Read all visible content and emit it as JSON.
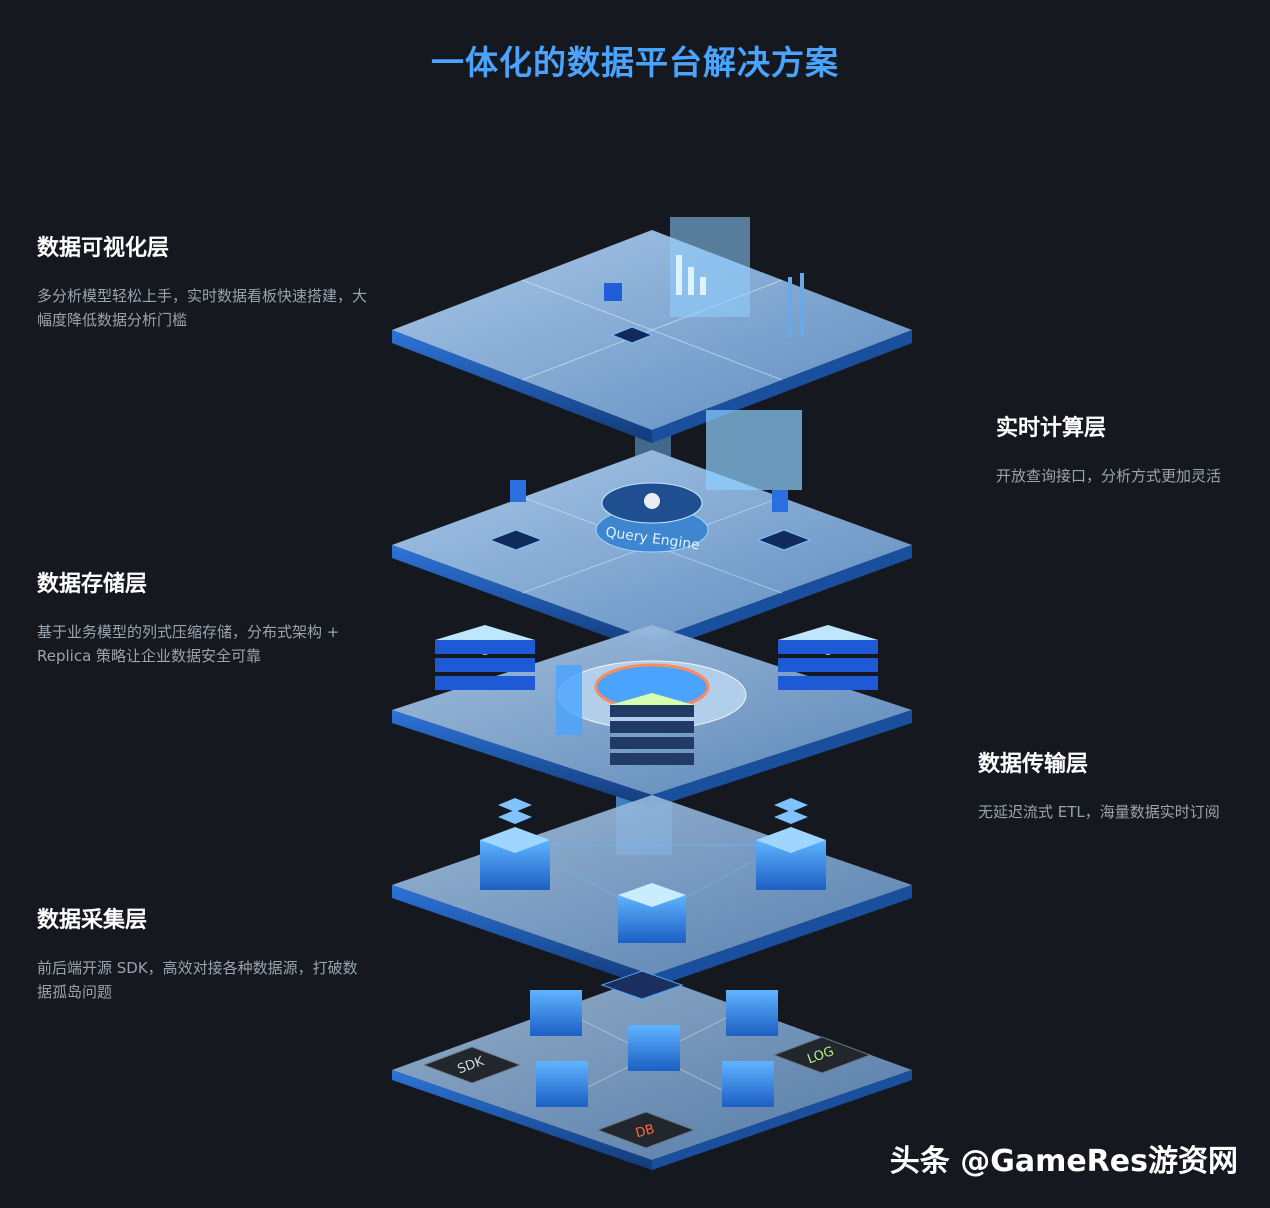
{
  "title": "一体化的数据平台解决方案",
  "layers": {
    "visualization": {
      "name": "数据可视化层",
      "desc": "多分析模型轻松上手，实时数据看板快速搭建，大幅度降低数据分析门槛"
    },
    "compute": {
      "name": "实时计算层",
      "desc": "开放查询接口，分析方式更加灵活"
    },
    "storage": {
      "name": "数据存储层",
      "desc": "基于业务模型的列式压缩存储，分布式架构 + Replica 策略让企业数据安全可靠"
    },
    "transfer": {
      "name": "数据传输层",
      "desc": "无延迟流式 ETL，海量数据实时订阅"
    },
    "collect": {
      "name": "数据采集层",
      "desc": "前后端开源 SDK，高效对接各种数据源，打破数据孤岛问题"
    }
  },
  "diagram": {
    "query_engine_label": "Query Engine",
    "chip_sdk": "SDK",
    "chip_log": "LOG",
    "chip_db": "DB"
  },
  "watermark": "头条 @GameRes游资网",
  "colors": {
    "accent": "#4aa3ff",
    "background": "#15191f",
    "platform": "#8fb3d9",
    "glow": "#2b8bff"
  }
}
